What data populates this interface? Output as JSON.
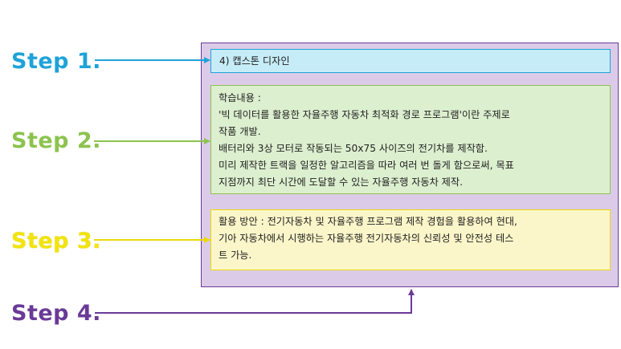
{
  "steps": [
    {
      "label": "Step 1.",
      "color": "#1ea3d8"
    },
    {
      "label": "Step 2.",
      "color": "#8cc34f"
    },
    {
      "label": "Step 3.",
      "color": "#f2e40c"
    },
    {
      "label": "Step 4.",
      "color": "#6a3a97"
    }
  ],
  "boxes": {
    "title": "4) 캡스톤 디자인",
    "content": {
      "heading": "학습내용 :",
      "lines": [
        "'빅 데이터를 활용한 자율주행 자동차 최적화 경로 프로그램'이란 주제로",
        "작품 개발.",
        "배터리와 3상 모터로 작동되는 50x75 사이즈의 전기차를 제작함.",
        "미리 제작한 트랙을 일정한 알고리즘을 따라 여러 번 돌게 함으로써, 목표",
        "지점까지 최단 시간에 도달할 수 있는 자율주행 자동차 제작."
      ]
    },
    "application": {
      "lines": [
        "활용 방안 : 전기자동차 및 자율주행 프로그램 제작 경험을 활용하여 현대,",
        "기아 자동차에서 시행하는 자율주행 전기자동차의 신뢰성 및 안전성 테스",
        "트 가능."
      ]
    }
  },
  "colors": {
    "outer_fill": "#dccbe8",
    "outer_border": "#6a3a97",
    "box1_fill": "#c6ecf7",
    "box2_fill": "#dcefcf",
    "box3_fill": "#fbf6c9"
  }
}
